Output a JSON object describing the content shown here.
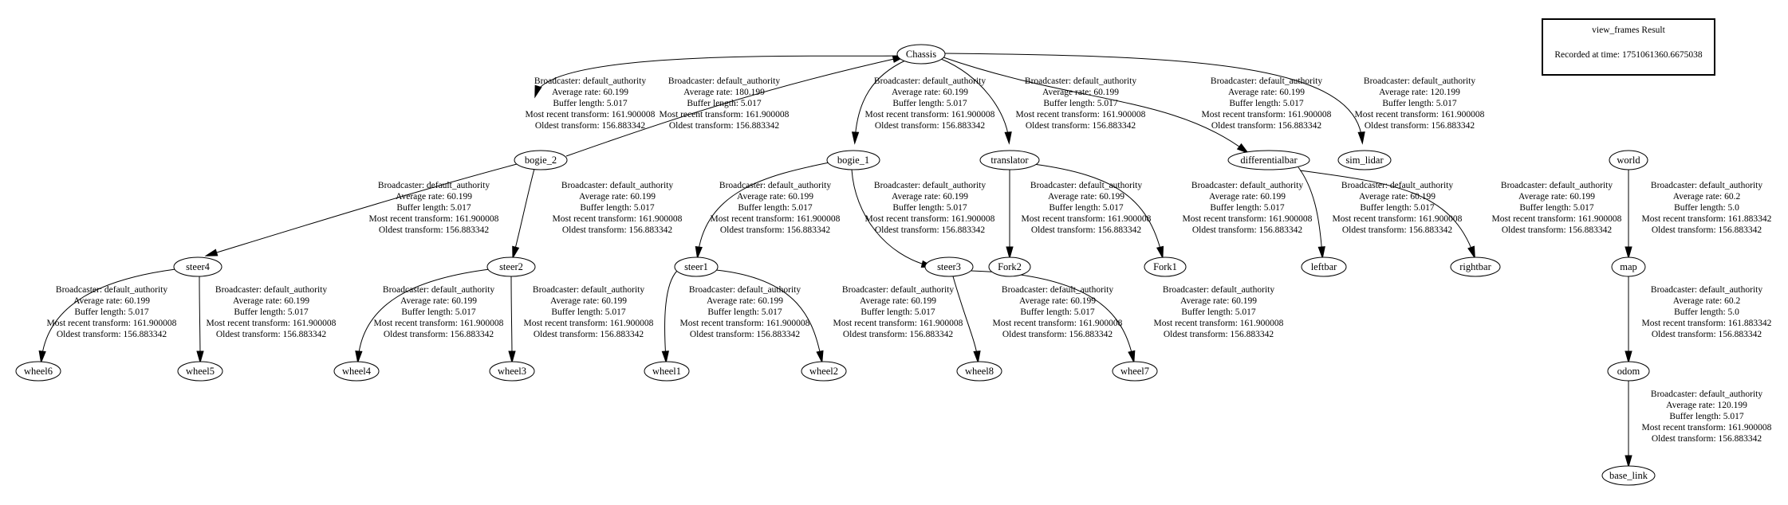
{
  "legend": {
    "title": "view_frames Result",
    "recorded": "Recorded at time: 1751061360.6675038"
  },
  "nodes": [
    {
      "id": "Chassis",
      "label": "Chassis"
    },
    {
      "id": "bogie_2",
      "label": "bogie_2"
    },
    {
      "id": "bogie_1",
      "label": "bogie_1"
    },
    {
      "id": "translator",
      "label": "translator"
    },
    {
      "id": "differentialbar",
      "label": "differentialbar"
    },
    {
      "id": "sim_lidar",
      "label": "sim_lidar"
    },
    {
      "id": "world",
      "label": "world"
    },
    {
      "id": "steer4",
      "label": "steer4"
    },
    {
      "id": "steer2",
      "label": "steer2"
    },
    {
      "id": "steer1",
      "label": "steer1"
    },
    {
      "id": "steer3",
      "label": "steer3"
    },
    {
      "id": "Fork2",
      "label": "Fork2"
    },
    {
      "id": "Fork1",
      "label": "Fork1"
    },
    {
      "id": "leftbar",
      "label": "leftbar"
    },
    {
      "id": "rightbar",
      "label": "rightbar"
    },
    {
      "id": "map",
      "label": "map"
    },
    {
      "id": "wheel6",
      "label": "wheel6"
    },
    {
      "id": "wheel5",
      "label": "wheel5"
    },
    {
      "id": "wheel4",
      "label": "wheel4"
    },
    {
      "id": "wheel3",
      "label": "wheel3"
    },
    {
      "id": "wheel1",
      "label": "wheel1"
    },
    {
      "id": "wheel2",
      "label": "wheel2"
    },
    {
      "id": "wheel8",
      "label": "wheel8"
    },
    {
      "id": "wheel7",
      "label": "wheel7"
    },
    {
      "id": "odom",
      "label": "odom"
    },
    {
      "id": "base_link",
      "label": "base_link"
    }
  ],
  "edges": [
    {
      "from": "Chassis",
      "to": "bogie_2",
      "lines": [
        "Broadcaster: default_authority",
        "Average rate: 60.199",
        "Buffer length: 5.017",
        "Most recent transform: 161.900008",
        "Oldest transform: 156.883342"
      ]
    },
    {
      "from": "bogie_2",
      "to": "Chassis",
      "lines": [
        "Broadcaster: default_authority",
        "Average rate: 180.199",
        "Buffer length: 5.017",
        "Most recent transform: 161.900008",
        "Oldest transform: 156.883342"
      ]
    },
    {
      "from": "Chassis",
      "to": "bogie_1",
      "lines": [
        "Broadcaster: default_authority",
        "Average rate: 60.199",
        "Buffer length: 5.017",
        "Most recent transform: 161.900008",
        "Oldest transform: 156.883342"
      ]
    },
    {
      "from": "Chassis",
      "to": "translator",
      "lines": [
        "Broadcaster: default_authority",
        "Average rate: 60.199",
        "Buffer length: 5.017",
        "Most recent transform: 161.900008",
        "Oldest transform: 156.883342"
      ]
    },
    {
      "from": "Chassis",
      "to": "differentialbar",
      "lines": [
        "Broadcaster: default_authority",
        "Average rate: 60.199",
        "Buffer length: 5.017",
        "Most recent transform: 161.900008",
        "Oldest transform: 156.883342"
      ]
    },
    {
      "from": "Chassis",
      "to": "sim_lidar",
      "lines": [
        "Broadcaster: default_authority",
        "Average rate: 120.199",
        "Buffer length: 5.017",
        "Most recent transform: 161.900008",
        "Oldest transform: 156.883342"
      ]
    },
    {
      "from": "bogie_2",
      "to": "steer4",
      "lines": [
        "Broadcaster: default_authority",
        "Average rate: 60.199",
        "Buffer length: 5.017",
        "Most recent transform: 161.900008",
        "Oldest transform: 156.883342"
      ]
    },
    {
      "from": "bogie_2",
      "to": "steer2",
      "lines": [
        "Broadcaster: default_authority",
        "Average rate: 60.199",
        "Buffer length: 5.017",
        "Most recent transform: 161.900008",
        "Oldest transform: 156.883342"
      ]
    },
    {
      "from": "bogie_1",
      "to": "steer1",
      "lines": [
        "Broadcaster: default_authority",
        "Average rate: 60.199",
        "Buffer length: 5.017",
        "Most recent transform: 161.900008",
        "Oldest transform: 156.883342"
      ]
    },
    {
      "from": "bogie_1",
      "to": "steer3",
      "lines": [
        "Broadcaster: default_authority",
        "Average rate: 60.199",
        "Buffer length: 5.017",
        "Most recent transform: 161.900008",
        "Oldest transform: 156.883342"
      ]
    },
    {
      "from": "translator",
      "to": "Fork2",
      "lines": [
        "Broadcaster: default_authority",
        "Average rate: 60.199",
        "Buffer length: 5.017",
        "Most recent transform: 161.900008",
        "Oldest transform: 156.883342"
      ]
    },
    {
      "from": "translator",
      "to": "Fork1",
      "lines": [
        "Broadcaster: default_authority",
        "Average rate: 60.199",
        "Buffer length: 5.017",
        "Most recent transform: 161.900008",
        "Oldest transform: 156.883342"
      ]
    },
    {
      "from": "differentialbar",
      "to": "leftbar",
      "lines": [
        "Broadcaster: default_authority",
        "Average rate: 60.199",
        "Buffer length: 5.017",
        "Most recent transform: 161.900008",
        "Oldest transform: 156.883342"
      ]
    },
    {
      "from": "differentialbar",
      "to": "rightbar",
      "lines": [
        "Broadcaster: default_authority",
        "Average rate: 60.199",
        "Buffer length: 5.017",
        "Most recent transform: 161.900008",
        "Oldest transform: 156.883342"
      ]
    },
    {
      "from": "world",
      "to": "map",
      "lines": [
        "Broadcaster: default_authority",
        "Average rate: 60.2",
        "Buffer length: 5.0",
        "Most recent transform: 161.883342",
        "Oldest transform: 156.883342"
      ]
    },
    {
      "from": "steer4",
      "to": "wheel6",
      "lines": [
        "Broadcaster: default_authority",
        "Average rate: 60.199",
        "Buffer length: 5.017",
        "Most recent transform: 161.900008",
        "Oldest transform: 156.883342"
      ]
    },
    {
      "from": "steer4",
      "to": "wheel5",
      "lines": [
        "Broadcaster: default_authority",
        "Average rate: 60.199",
        "Buffer length: 5.017",
        "Most recent transform: 161.900008",
        "Oldest transform: 156.883342"
      ]
    },
    {
      "from": "steer2",
      "to": "wheel4",
      "lines": [
        "Broadcaster: default_authority",
        "Average rate: 60.199",
        "Buffer length: 5.017",
        "Most recent transform: 161.900008",
        "Oldest transform: 156.883342"
      ]
    },
    {
      "from": "steer2",
      "to": "wheel3",
      "lines": [
        "Broadcaster: default_authority",
        "Average rate: 60.199",
        "Buffer length: 5.017",
        "Most recent transform: 161.900008",
        "Oldest transform: 156.883342"
      ]
    },
    {
      "from": "steer1",
      "to": "wheel1",
      "lines": [
        "Broadcaster: default_authority",
        "Average rate: 60.199",
        "Buffer length: 5.017",
        "Most recent transform: 161.900008",
        "Oldest transform: 156.883342"
      ]
    },
    {
      "from": "steer1",
      "to": "wheel2",
      "lines": [
        "Broadcaster: default_authority",
        "Average rate: 60.199",
        "Buffer length: 5.017",
        "Most recent transform: 161.900008",
        "Oldest transform: 156.883342"
      ]
    },
    {
      "from": "steer3",
      "to": "wheel8",
      "lines": [
        "Broadcaster: default_authority",
        "Average rate: 60.199",
        "Buffer length: 5.017",
        "Most recent transform: 161.900008",
        "Oldest transform: 156.883342"
      ]
    },
    {
      "from": "steer3",
      "to": "wheel7",
      "lines": [
        "Broadcaster: default_authority",
        "Average rate: 60.199",
        "Buffer length: 5.017",
        "Most recent transform: 161.900008",
        "Oldest transform: 156.883342"
      ]
    },
    {
      "from": "map",
      "to": "odom",
      "lines": [
        "Broadcaster: default_authority",
        "Average rate: 60.2",
        "Buffer length: 5.0",
        "Most recent transform: 161.883342",
        "Oldest transform: 156.883342"
      ]
    },
    {
      "from": "odom",
      "to": "base_link",
      "lines": [
        "Broadcaster: default_authority",
        "Average rate: 120.199",
        "Buffer length: 5.017",
        "Most recent transform: 161.900008",
        "Oldest transform: 156.883342"
      ]
    }
  ]
}
